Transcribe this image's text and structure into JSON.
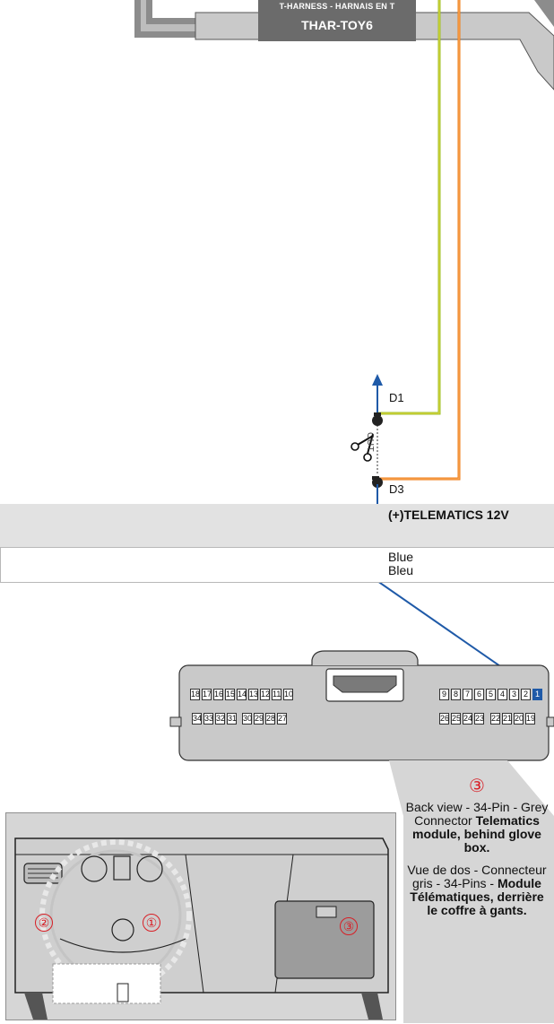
{
  "harness": {
    "subtitle": "T-HARNESS - HARNAIS EN T",
    "name": "THAR-TOY6"
  },
  "wire_labels": {
    "d1": "D1",
    "d3": "D3",
    "cut": "CUT"
  },
  "table": {
    "function": "(+)TELEMATICS 12V",
    "color_en": "Blue",
    "color_fr": "Bleu"
  },
  "connector": {
    "top_row_left": [
      "18",
      "17",
      "16",
      "15",
      "14",
      "13",
      "12",
      "11",
      "10"
    ],
    "bottom_row_left": [
      "34",
      "33",
      "32",
      "31",
      "30",
      "29",
      "28",
      "27"
    ],
    "top_row_right": [
      "9",
      "8",
      "7",
      "6",
      "5",
      "4",
      "3",
      "2",
      "1"
    ],
    "bottom_row_right": [
      "26",
      "25",
      "24",
      "23",
      "22",
      "21",
      "20",
      "19"
    ],
    "highlighted_pin": "1"
  },
  "callout": {
    "number": "③",
    "en_plain": "Back view - 34-Pin - Grey Connector",
    "en_bold": "Telematics module, behind glove box.",
    "fr_plain_1": "Vue de dos - Connecteur gris - 34-Pins -",
    "fr_bold": "Module Télématiques, derrière le coffre à gants."
  },
  "locations": [
    "①",
    "②",
    "③"
  ],
  "colors": {
    "wire_blue": "#1f5aa8",
    "wire_green_yellow": "#9bbf2a",
    "wire_orange": "#f07b13",
    "harness_grey": "#6b6b6b",
    "marker_red": "#d81f26"
  }
}
